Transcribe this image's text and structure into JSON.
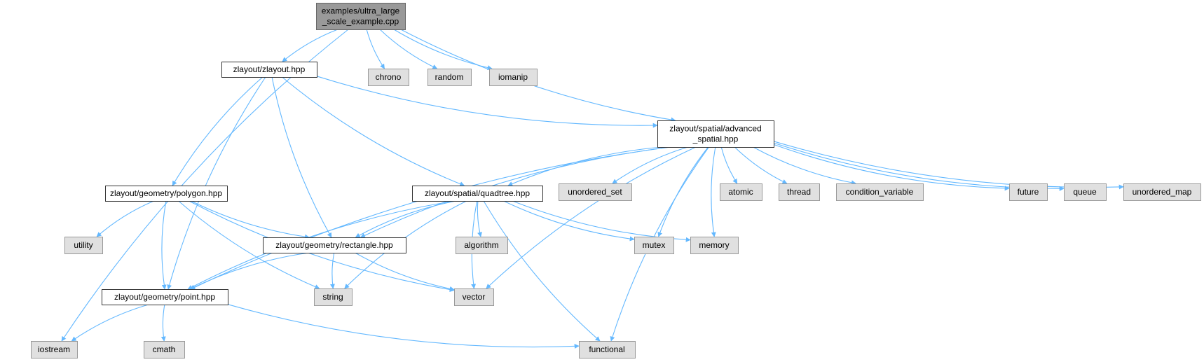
{
  "colors": {
    "edge": "#63b8ff",
    "root_fill": "#999999",
    "root_stroke": "#666666",
    "local_fill": "#ffffff",
    "local_stroke": "#333333",
    "system_fill": "#e0e0e0",
    "system_stroke": "#999999"
  },
  "nodes": {
    "root": {
      "lines": [
        "examples/ultra_large",
        "_scale_example.cpp"
      ],
      "kind": "root",
      "icon": "file-icon"
    },
    "zlayout": {
      "lines": [
        "zlayout/zlayout.hpp"
      ],
      "kind": "local"
    },
    "chrono": {
      "lines": [
        "chrono"
      ],
      "kind": "system"
    },
    "random": {
      "lines": [
        "random"
      ],
      "kind": "system"
    },
    "iomanip": {
      "lines": [
        "iomanip"
      ],
      "kind": "system"
    },
    "advanced_spatial": {
      "lines": [
        "zlayout/spatial/advanced",
        "_spatial.hpp"
      ],
      "kind": "local"
    },
    "polygon": {
      "lines": [
        "zlayout/geometry/polygon.hpp"
      ],
      "kind": "local"
    },
    "quadtree": {
      "lines": [
        "zlayout/spatial/quadtree.hpp"
      ],
      "kind": "local"
    },
    "unordered_set": {
      "lines": [
        "unordered_set"
      ],
      "kind": "system"
    },
    "atomic": {
      "lines": [
        "atomic"
      ],
      "kind": "system"
    },
    "thread": {
      "lines": [
        "thread"
      ],
      "kind": "system"
    },
    "condition_variable": {
      "lines": [
        "condition_variable"
      ],
      "kind": "system"
    },
    "future": {
      "lines": [
        "future"
      ],
      "kind": "system"
    },
    "queue": {
      "lines": [
        "queue"
      ],
      "kind": "system"
    },
    "unordered_map": {
      "lines": [
        "unordered_map"
      ],
      "kind": "system"
    },
    "utility": {
      "lines": [
        "utility"
      ],
      "kind": "system"
    },
    "rectangle": {
      "lines": [
        "zlayout/geometry/rectangle.hpp"
      ],
      "kind": "local"
    },
    "algorithm": {
      "lines": [
        "algorithm"
      ],
      "kind": "system"
    },
    "mutex": {
      "lines": [
        "mutex"
      ],
      "kind": "system"
    },
    "memory": {
      "lines": [
        "memory"
      ],
      "kind": "system"
    },
    "point": {
      "lines": [
        "zlayout/geometry/point.hpp"
      ],
      "kind": "local"
    },
    "string": {
      "lines": [
        "string"
      ],
      "kind": "system"
    },
    "vector": {
      "lines": [
        "vector"
      ],
      "kind": "system"
    },
    "iostream": {
      "lines": [
        "iostream"
      ],
      "kind": "system"
    },
    "cmath": {
      "lines": [
        "cmath"
      ],
      "kind": "system"
    },
    "functional": {
      "lines": [
        "functional"
      ],
      "kind": "system"
    }
  },
  "edges": [
    [
      "root",
      "zlayout"
    ],
    [
      "root",
      "chrono"
    ],
    [
      "root",
      "random"
    ],
    [
      "root",
      "iomanip"
    ],
    [
      "root",
      "advanced_spatial"
    ],
    [
      "root",
      "iostream"
    ],
    [
      "zlayout",
      "advanced_spatial"
    ],
    [
      "zlayout",
      "polygon"
    ],
    [
      "zlayout",
      "quadtree"
    ],
    [
      "zlayout",
      "rectangle"
    ],
    [
      "zlayout",
      "point"
    ],
    [
      "advanced_spatial",
      "quadtree"
    ],
    [
      "advanced_spatial",
      "unordered_set"
    ],
    [
      "advanced_spatial",
      "atomic"
    ],
    [
      "advanced_spatial",
      "thread"
    ],
    [
      "advanced_spatial",
      "condition_variable"
    ],
    [
      "advanced_spatial",
      "future"
    ],
    [
      "advanced_spatial",
      "queue"
    ],
    [
      "advanced_spatial",
      "unordered_map"
    ],
    [
      "advanced_spatial",
      "mutex"
    ],
    [
      "advanced_spatial",
      "memory"
    ],
    [
      "advanced_spatial",
      "vector"
    ],
    [
      "advanced_spatial",
      "functional"
    ],
    [
      "advanced_spatial",
      "rectangle"
    ],
    [
      "advanced_spatial",
      "point"
    ],
    [
      "polygon",
      "utility"
    ],
    [
      "polygon",
      "rectangle"
    ],
    [
      "polygon",
      "point"
    ],
    [
      "polygon",
      "string"
    ],
    [
      "polygon",
      "vector"
    ],
    [
      "quadtree",
      "rectangle"
    ],
    [
      "quadtree",
      "algorithm"
    ],
    [
      "quadtree",
      "mutex"
    ],
    [
      "quadtree",
      "memory"
    ],
    [
      "quadtree",
      "vector"
    ],
    [
      "quadtree",
      "functional"
    ],
    [
      "quadtree",
      "string"
    ],
    [
      "quadtree",
      "point"
    ],
    [
      "rectangle",
      "point"
    ],
    [
      "rectangle",
      "string"
    ],
    [
      "rectangle",
      "vector"
    ],
    [
      "point",
      "iostream"
    ],
    [
      "point",
      "cmath"
    ],
    [
      "point",
      "functional"
    ]
  ]
}
